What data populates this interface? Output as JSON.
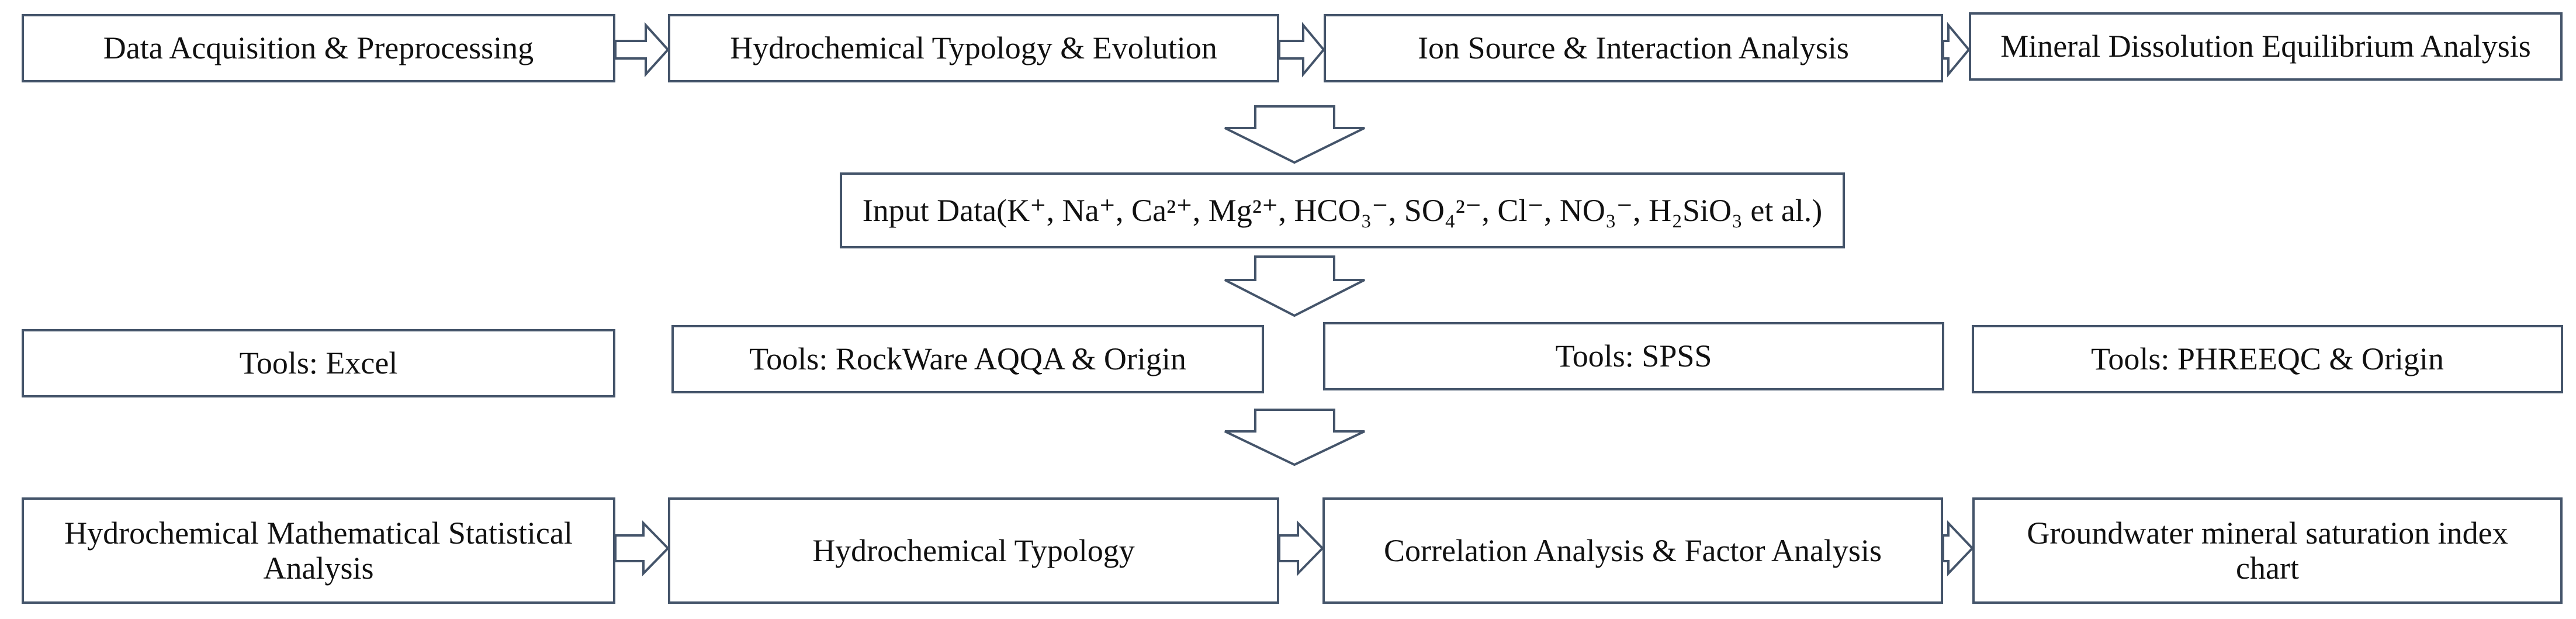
{
  "stages": [
    "Data Acquisition & Preprocessing",
    "Hydrochemical Typology & Evolution",
    "Ion Source & Interaction Analysis",
    "Mineral Dissolution Equilibrium Analysis"
  ],
  "input_data": "Input Data(K⁺, Na⁺, Ca²⁺, Mg²⁺, HCO₃⁻, SO₄²⁻, Cl⁻, NO₃⁻, H₂SiO₃ et al.)",
  "tools": [
    "Tools: Excel",
    "Tools: RockWare AQQA & Origin",
    "Tools: SPSS",
    "Tools: PHREEQC & Origin"
  ],
  "outputs": [
    "Hydrochemical Mathematical Statistical\nAnalysis",
    "Hydrochemical Typology",
    "Correlation Analysis & Factor Analysis",
    "Groundwater mineral saturation index\nchart"
  ],
  "colors": {
    "border": "#44546a",
    "text": "#111111",
    "background": "#ffffff"
  }
}
